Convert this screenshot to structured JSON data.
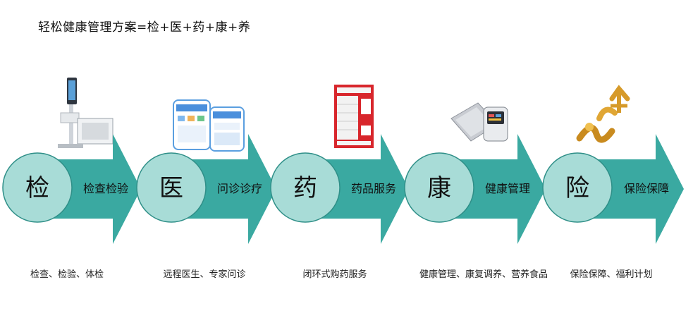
{
  "title": "轻松健康管理方案=检+医+药+康+养",
  "stages": [
    {
      "char": "检",
      "label": "检查检验",
      "desc": "检查、检验、体检",
      "icon": "health-check-kiosk-icon"
    },
    {
      "char": "医",
      "label": "问诊诊疗",
      "desc": "远程医生、专家问诊",
      "icon": "mobile-app-screens-icon"
    },
    {
      "char": "药",
      "label": "药品服务",
      "desc": "闭环式购药服务",
      "icon": "medicine-vending-machine-icon"
    },
    {
      "char": "康",
      "label": "健康管理",
      "desc": "健康管理、康复调养、营养食品",
      "icon": "therapy-device-icon"
    },
    {
      "char": "险",
      "label": "保险保障",
      "desc": "保险保障、福利计划",
      "icon": "gold-currency-symbols-icon"
    }
  ],
  "colors": {
    "arrow": "#3aa9a1",
    "arrow_shadow": "#2f8f88",
    "circle": "#a8dcd7",
    "circle_stroke": "#2f8f88"
  }
}
